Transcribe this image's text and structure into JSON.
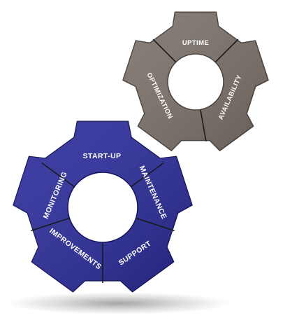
{
  "colors": {
    "gear_small": "#7b7169",
    "gear_small_edge": "#4a423c",
    "gear_large": "#2a2a9c",
    "gear_large_edge": "#14145e",
    "divider": "#1a1a1a",
    "background": "#ffffff"
  },
  "gears": [
    {
      "id": "gear-small",
      "segments": [
        "UPTIME",
        "AVAILABILITY",
        "OPTIMIZATION"
      ]
    },
    {
      "id": "gear-large",
      "segments": [
        "START-UP",
        "MAINTENANCE",
        "SUPPORT",
        "IMPROVEMENTS",
        "MONITORING"
      ]
    }
  ]
}
